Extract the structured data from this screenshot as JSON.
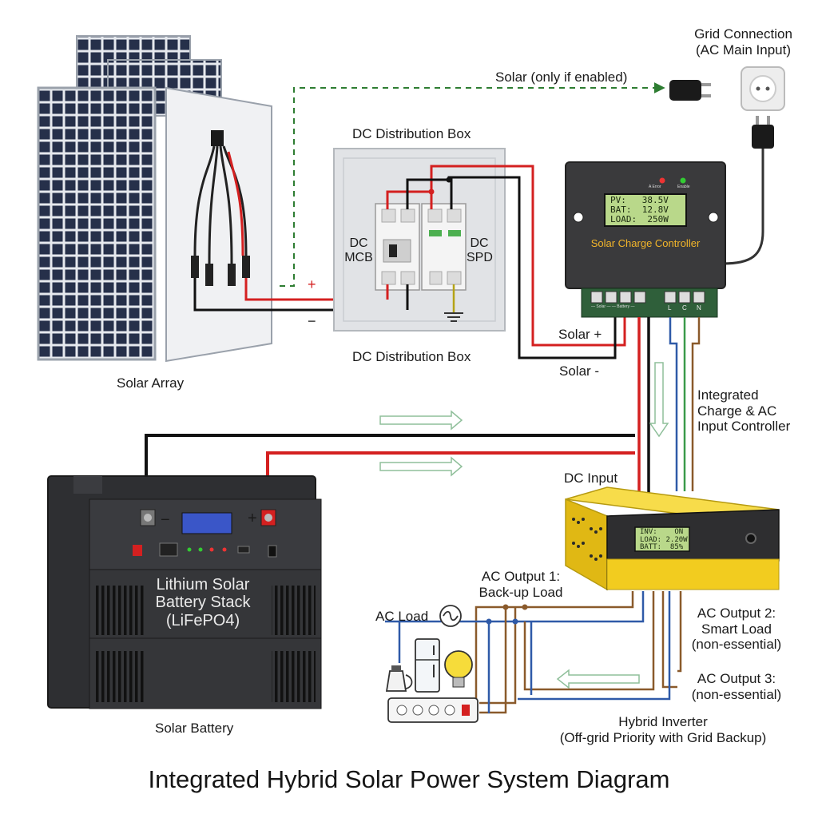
{
  "title": "Integrated Hybrid Solar Power System Diagram",
  "labels": {
    "solar_array": "Solar Array",
    "grid_connection_line1": "Grid Connection",
    "grid_connection_line2": "(AC Main Input)",
    "solar_only_if_enabled": "Solar (only if enabled)",
    "dc_box_top": "DC Distribution Box",
    "dc_box_bottom": "DC Distribution Box",
    "dc_mcb_line1": "DC",
    "dc_mcb_line2": "MCB",
    "dc_spd_line1": "DC",
    "dc_spd_line2": "SPD",
    "plus": "+",
    "minus": "−",
    "solar_plus": "Solar +",
    "solar_minus": "Solar -",
    "controller_name": "Solar Charge Controller",
    "controller_led1": "A Error",
    "controller_led2": "Enable",
    "controller_term_left": "— Solar — — Battery —",
    "controller_term_l": "L",
    "controller_term_c": "C",
    "controller_term_n": "N",
    "integrated_line1": "Integrated",
    "integrated_line2": "Charge & AC",
    "integrated_line3": "Input Controller",
    "dc_input": "DC Input",
    "battery_line1": "Lithium Solar",
    "battery_line2": "Battery Stack",
    "battery_line3": "(LiFePO4)",
    "solar_battery": "Solar Battery",
    "battery_minus": "−",
    "battery_plus": "+",
    "ac_output1_line1": "AC Output 1:",
    "ac_output1_line2": "Back-up Load",
    "ac_load": "AC Load",
    "ac_output2_line1": "AC Output 2:",
    "ac_output2_line2": "Smart Load",
    "ac_output2_line3": "(non-essential)",
    "ac_output3_line1": "AC Output 3:",
    "ac_output3_line2": "(non-essential)",
    "hybrid_line1": "Hybrid Inverter",
    "hybrid_line2": "(Off-grid Priority with Grid Backup)"
  },
  "controller_display": {
    "row1": "PV:   38.5V",
    "row2": "BAT:  12.8V",
    "row3": "LOAD:  250W"
  },
  "inverter_display": {
    "row1": "INV:    ON",
    "row2": "LOAD: 2.20W",
    "row3": "BATT:  85%"
  },
  "colors": {
    "positive": "#d42020",
    "negative": "#111111",
    "ac_brown": "#8a5a2b",
    "ac_blue": "#2f5aa8",
    "ac_green": "#3a9a4a",
    "ground_yellow": "#b5a316",
    "dashed_green": "#2e7d32",
    "inverter_yellow": "#f2cc1f",
    "controller_body": "#3a3a3c",
    "lcd_green": "#b9d88a",
    "battery_lcd_blue": "#3a56c8"
  }
}
